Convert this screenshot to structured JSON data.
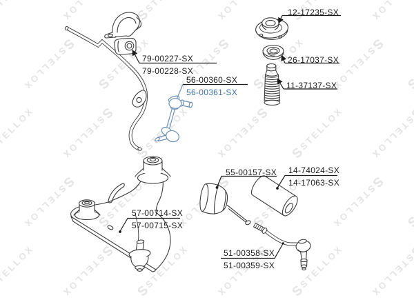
{
  "watermark": {
    "text": "STELLOX"
  },
  "colors": {
    "line_art": "#3a3a3a",
    "leader_line": "#1c1c1c",
    "label_text": "#1b1b1b",
    "highlight_part": "#6a8fb5",
    "highlight_label": "#3f72a8",
    "watermark": "#e4e4e7"
  },
  "labels": {
    "strut_mount": {
      "line1": "12-17235-SX"
    },
    "strut_bearing": {
      "line1": "26-17037-SX"
    },
    "bump_stop_boot": {
      "line1": "11-37137-SX"
    },
    "stabilizer_bushing": {
      "line1": "79-00227-SX",
      "line2": "79-00228-SX"
    },
    "stabilizer_link": {
      "line1": "56-00360-SX",
      "line2": "56-00361-SX"
    },
    "cv_joint": {
      "line1": "55-00157-SX"
    },
    "control_arm_bushing": {
      "line1": "14-74024-SX",
      "line2": "14-17063-SX"
    },
    "control_arm": {
      "line1": "57-00714-SX",
      "line2": "57-00715-SX"
    },
    "tie_rod_end": {
      "line1": "51-00358-SX",
      "line2": "51-00359-SX"
    }
  }
}
